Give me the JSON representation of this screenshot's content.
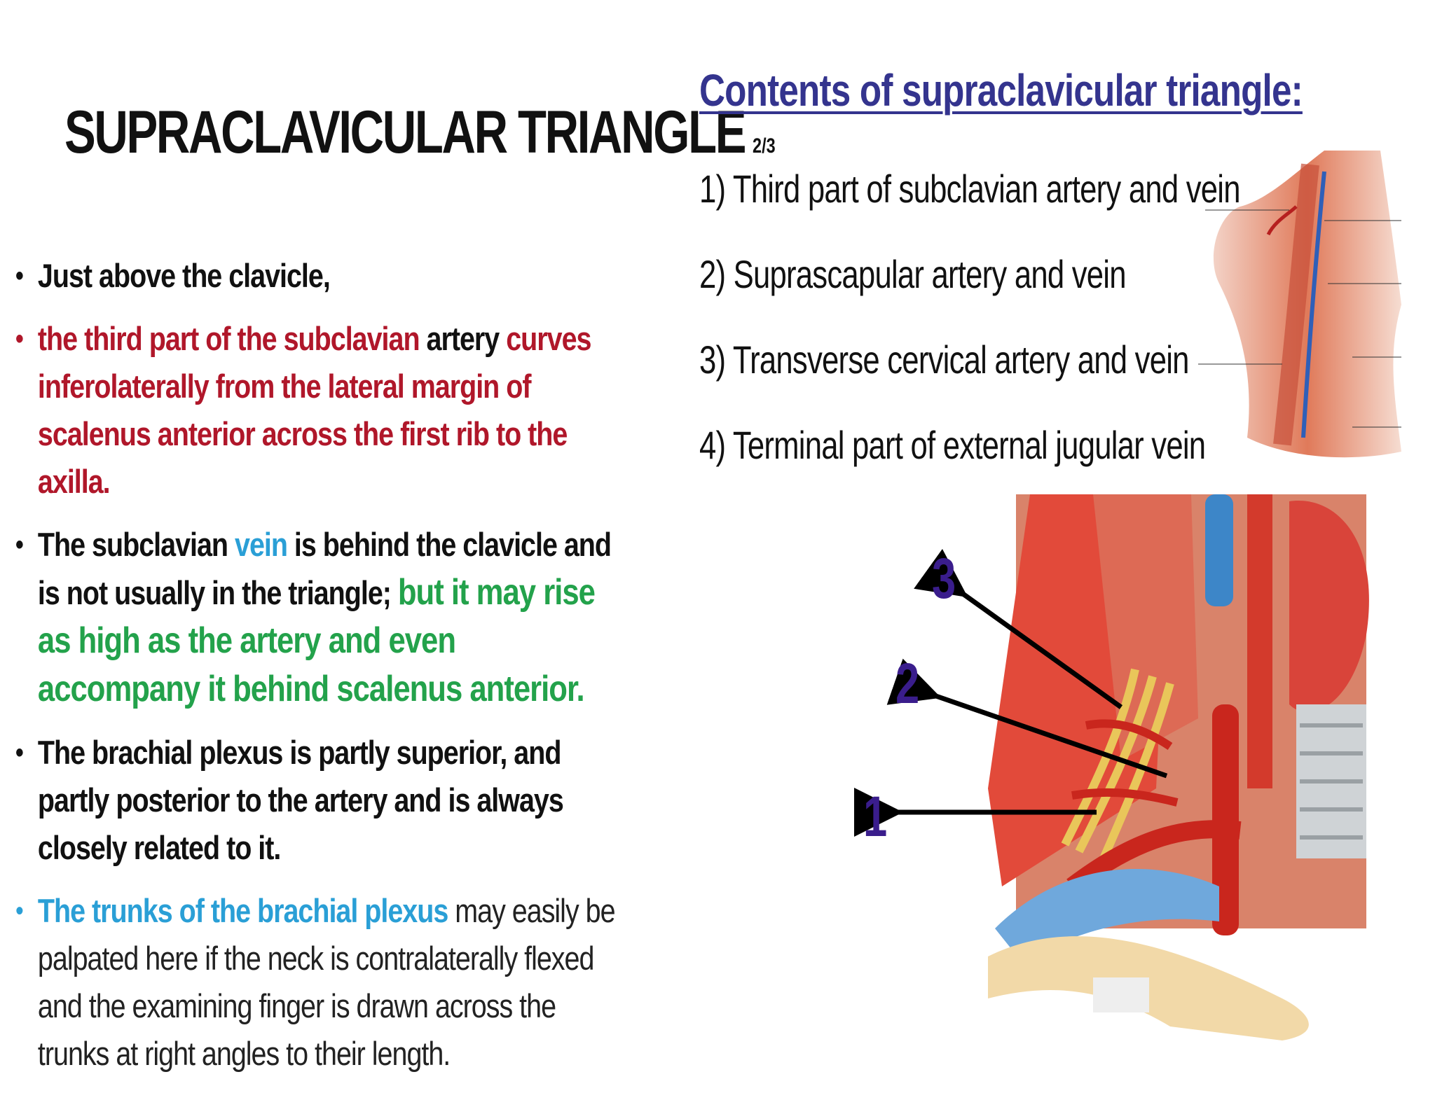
{
  "slide": {
    "title": "SUPRACLAVICULAR TRIANGLE",
    "title_suffix": "2/3"
  },
  "bullets": {
    "b1": {
      "text": "Just above the clavicle,"
    },
    "b2": {
      "part1": "the third part of the subclavian",
      "part2": " artery ",
      "part3": "curves inferolaterally from the lateral margin of scalenus anterior across the first rib to the axilla."
    },
    "b3": {
      "part1": "The subclavian ",
      "part2": "vein",
      "part3": " is behind the clavicle and is not usually in the triangle; ",
      "part4": "but it may rise as high as the artery and even accompany it behind scalenus anterior."
    },
    "b4": {
      "text": "The brachial plexus is partly superior, and partly posterior to the artery and is always closely related to it."
    },
    "b5": {
      "part1": "The trunks of the brachial plexus",
      "part2": " may easily be palpated here if the neck is contralaterally flexed and the examining finger is drawn across the trunks at right angles to their length."
    },
    "bullet_symbol": "•"
  },
  "contents": {
    "title": "Contents of supraclavicular triangle:",
    "items": [
      "1) Third part of subclavian artery and vein",
      "2) Suprascapular artery and vein",
      "3) Transverse cervical artery and vein",
      "4) Terminal part of external jugular vein"
    ]
  },
  "figure": {
    "labels": [
      "1",
      "2",
      "3"
    ]
  },
  "colors": {
    "red_text": "#b0172a",
    "blue_text": "#2a9fd6",
    "green_text": "#23a24b",
    "heading_blue": "#34348e",
    "number_purple": "#3a1d8c"
  }
}
